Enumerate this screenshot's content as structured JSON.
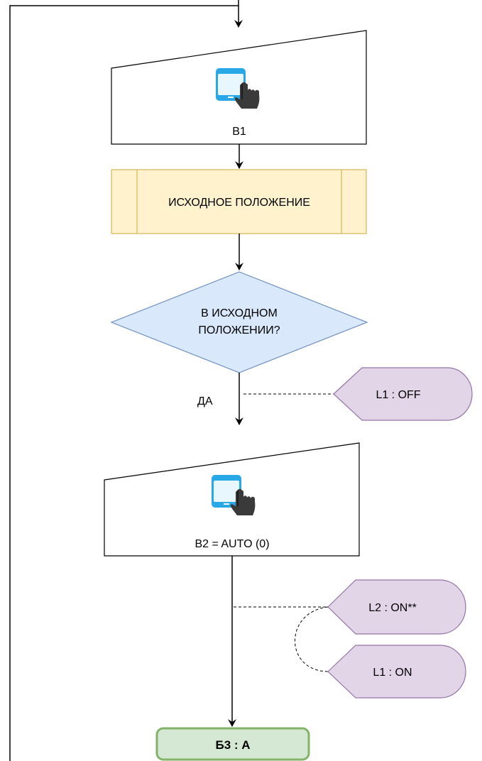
{
  "nodes": {
    "input_b1": {
      "label": "B1",
      "icon": "touch-screen-icon"
    },
    "process_home": {
      "label": "ИСХОДНОЕ ПОЛОЖЕНИЕ"
    },
    "decision_home": {
      "line1": "В ИСХОДНОМ",
      "line2": "ПОЛОЖЕНИИ?"
    },
    "yes_label": "ДА",
    "display_l1_off": {
      "label": "L1 : OFF"
    },
    "input_b2": {
      "label": "B2 = AUTO (0)",
      "icon": "touch-screen-icon"
    },
    "display_l2_on": {
      "label": "L2 : ON**"
    },
    "display_l1_on": {
      "label": "L1 : ON"
    },
    "terminal_b3": {
      "label": "Б3 : А"
    }
  },
  "colors": {
    "process_fill": "#fff2cc",
    "process_stroke": "#d6b656",
    "decision_fill": "#dae8fc",
    "decision_stroke": "#6c8ebf",
    "display_fill": "#e1d5e7",
    "display_stroke": "#9673a6",
    "terminal_fill": "#d5e8d4",
    "terminal_stroke": "#82b366",
    "icon_blue": "#29a8e8"
  }
}
